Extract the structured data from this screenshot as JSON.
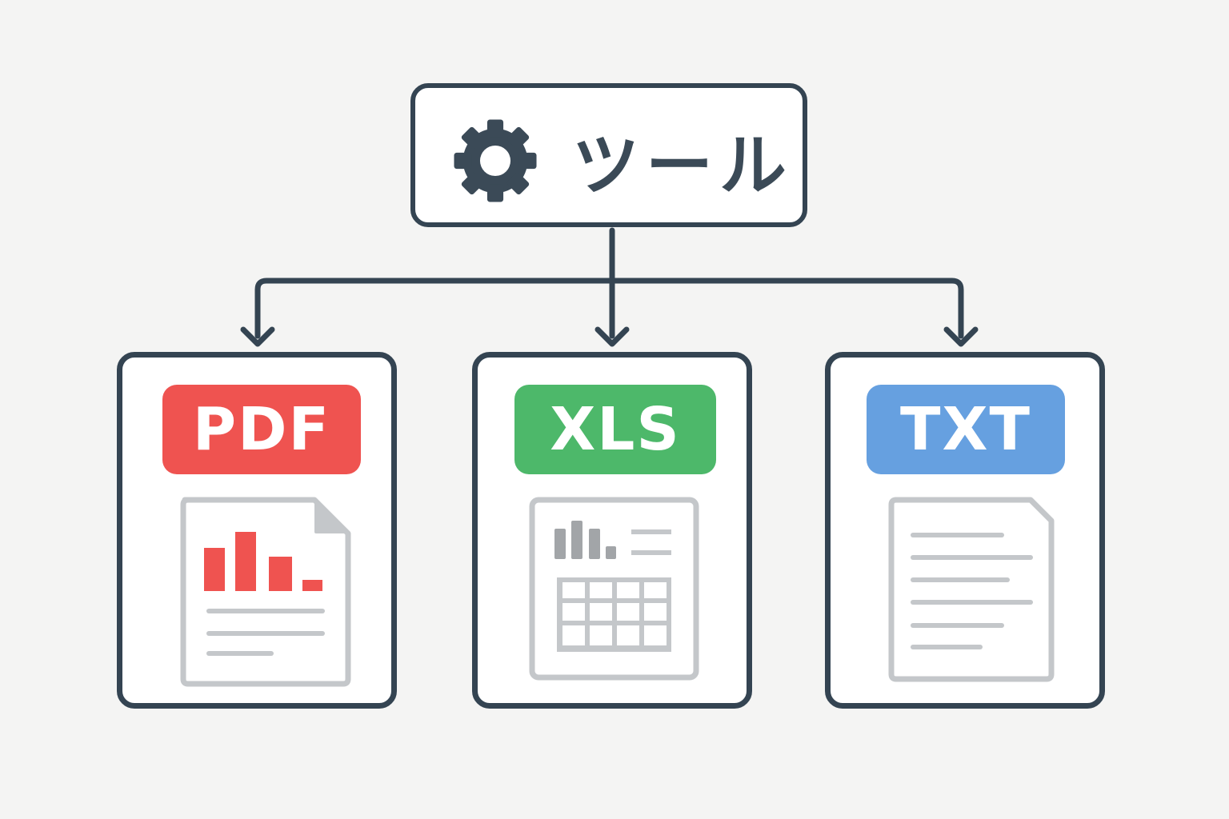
{
  "root": {
    "label": "ツール",
    "icon": "gear-icon",
    "color": "#3b4a57"
  },
  "connectors": {
    "color": "#344452",
    "targets": 3
  },
  "cards": [
    {
      "label": "PDF",
      "color": "#ef5350",
      "icon": "pdf-chart-document-icon"
    },
    {
      "label": "XLS",
      "color": "#4db86a",
      "icon": "spreadsheet-document-icon"
    },
    {
      "label": "TXT",
      "color": "#66a0e0",
      "icon": "text-document-icon"
    }
  ]
}
